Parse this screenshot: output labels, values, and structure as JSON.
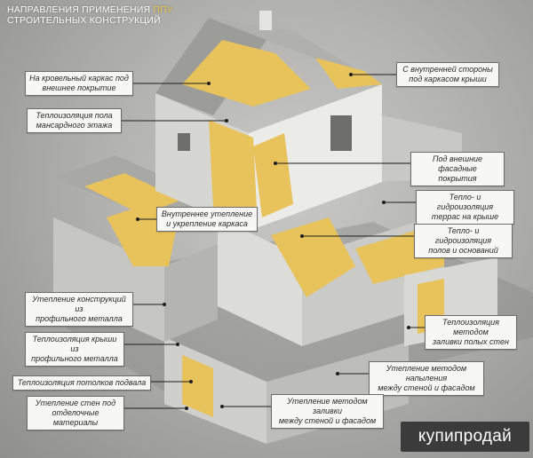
{
  "header": {
    "line1_prefix": "НАПРАВЛЕНИЯ ПРИМЕНЕНИЯ ",
    "line1_accent": "ППУ",
    "line2": "СТРОИТЕЛЬНЫХ КОНСТРУКЦИЙ"
  },
  "colors": {
    "insulation": "#e8c25a",
    "concrete": "#e4e4e0",
    "brick": "#d2d2ce",
    "roof": "#9c9c98",
    "header_accent": "#f2c84b"
  },
  "labels": {
    "roof_frame": "На кровельный каркас под\nвнешнее покрытие",
    "inside_roof": "С внутренней стороны\nпод каркасом крыши",
    "attic_floor": "Теплоизоляция пола\nмансардного этажа",
    "facade": "Под внешние фасадные\nпокрытия",
    "terrace": "Тепло- и гидроизоляция\nтеррас на крыше",
    "inner_frame": "Внутреннее утепление\nи укрепление каркаса",
    "floors": "Тепло- и гидроизоляция\nполов и оснований",
    "metal_profile": "Утепление конструкций из\nпрофильного металла",
    "metal_roof": "Теплоизоляция крыши из\nпрофильного металла",
    "hollow_walls": "Теплоизоляция методом\nзаливки полых стен",
    "spray_walls": "Утепление методом напыления\nмежду стеной и фасадом",
    "basement_ceiling": "Теплоизоляция потолков подвала",
    "finishing_walls": "Утепление стен под\nотделочные материалы",
    "pour_walls": "Утепление методом заливки\nмежду стеной и фасадом"
  },
  "watermark": "купипродай"
}
